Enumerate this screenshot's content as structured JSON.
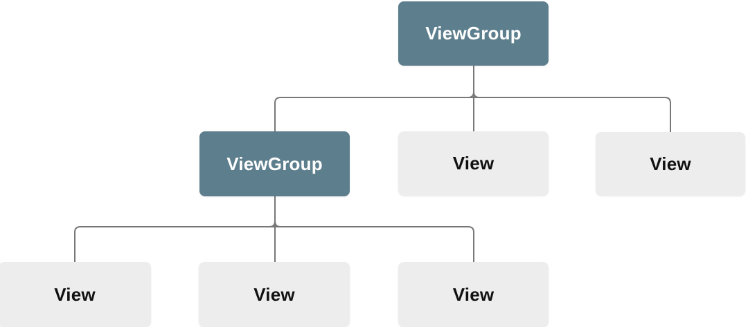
{
  "diagram": {
    "type": "tree",
    "description": "view-hierarchy-tree",
    "colors": {
      "background": "#ffffff",
      "viewgroup_fill": "#5d7e8c",
      "viewgroup_text": "#ffffff",
      "view_fill": "#ededed",
      "view_text": "#111111",
      "connector": "#777777"
    },
    "nodes": [
      {
        "id": "root-viewgroup",
        "label": "ViewGroup",
        "kind": "viewgroup",
        "level": 0,
        "parent": null
      },
      {
        "id": "child-viewgroup",
        "label": "ViewGroup",
        "kind": "viewgroup",
        "level": 1,
        "parent": "root-viewgroup"
      },
      {
        "id": "child-view-1",
        "label": "View",
        "kind": "view",
        "level": 1,
        "parent": "root-viewgroup"
      },
      {
        "id": "child-view-2",
        "label": "View",
        "kind": "view",
        "level": 1,
        "parent": "root-viewgroup"
      },
      {
        "id": "grandchild-view-1",
        "label": "View",
        "kind": "view",
        "level": 2,
        "parent": "child-viewgroup"
      },
      {
        "id": "grandchild-view-2",
        "label": "View",
        "kind": "view",
        "level": 2,
        "parent": "child-viewgroup"
      },
      {
        "id": "grandchild-view-3",
        "label": "View",
        "kind": "view",
        "level": 2,
        "parent": "child-viewgroup"
      }
    ]
  }
}
